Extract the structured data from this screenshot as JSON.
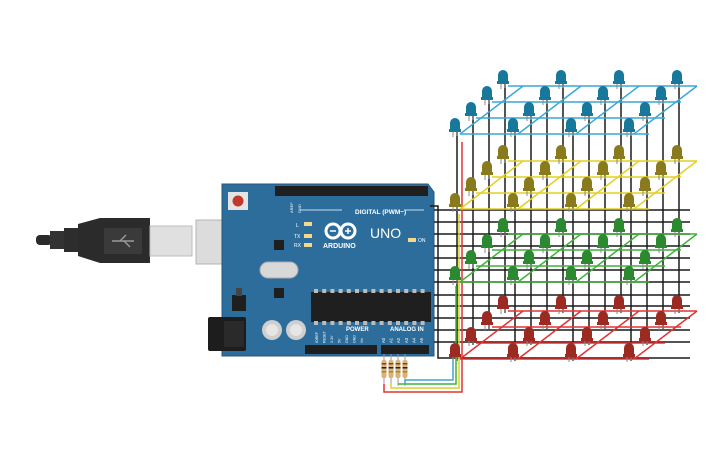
{
  "board": {
    "brand": "ARDUINO",
    "model": "UNO",
    "digital_header": "DIGITAL (PWM~)",
    "power_header": "POWER",
    "analog_header": "ANALOG IN",
    "on_label": "ON",
    "led_labels": [
      "L",
      "TX",
      "RX"
    ],
    "aref": "AREF",
    "gnd": "GND",
    "tx_pin": "TX",
    "rx_pin": "RX",
    "power_pins": [
      "IOREF",
      "RESET",
      "3.3V",
      "5V",
      "GND",
      "GND",
      "Vin"
    ],
    "analog_pins": [
      "A0",
      "A1",
      "A2",
      "A3",
      "A4",
      "A5"
    ]
  },
  "cube": {
    "layers": 4,
    "grid": 4,
    "layer_colors": [
      "#17789b",
      "#8a7a1e",
      "#2b8a30",
      "#9b2a23"
    ],
    "frame_colors": [
      "#3aa7d6",
      "#e3cf25",
      "#40b23b",
      "#e03333"
    ],
    "resistor_count": 4
  },
  "colors": {
    "board": "#2d6d9c",
    "wire": "#222222",
    "usb": "#2b2b2b"
  }
}
